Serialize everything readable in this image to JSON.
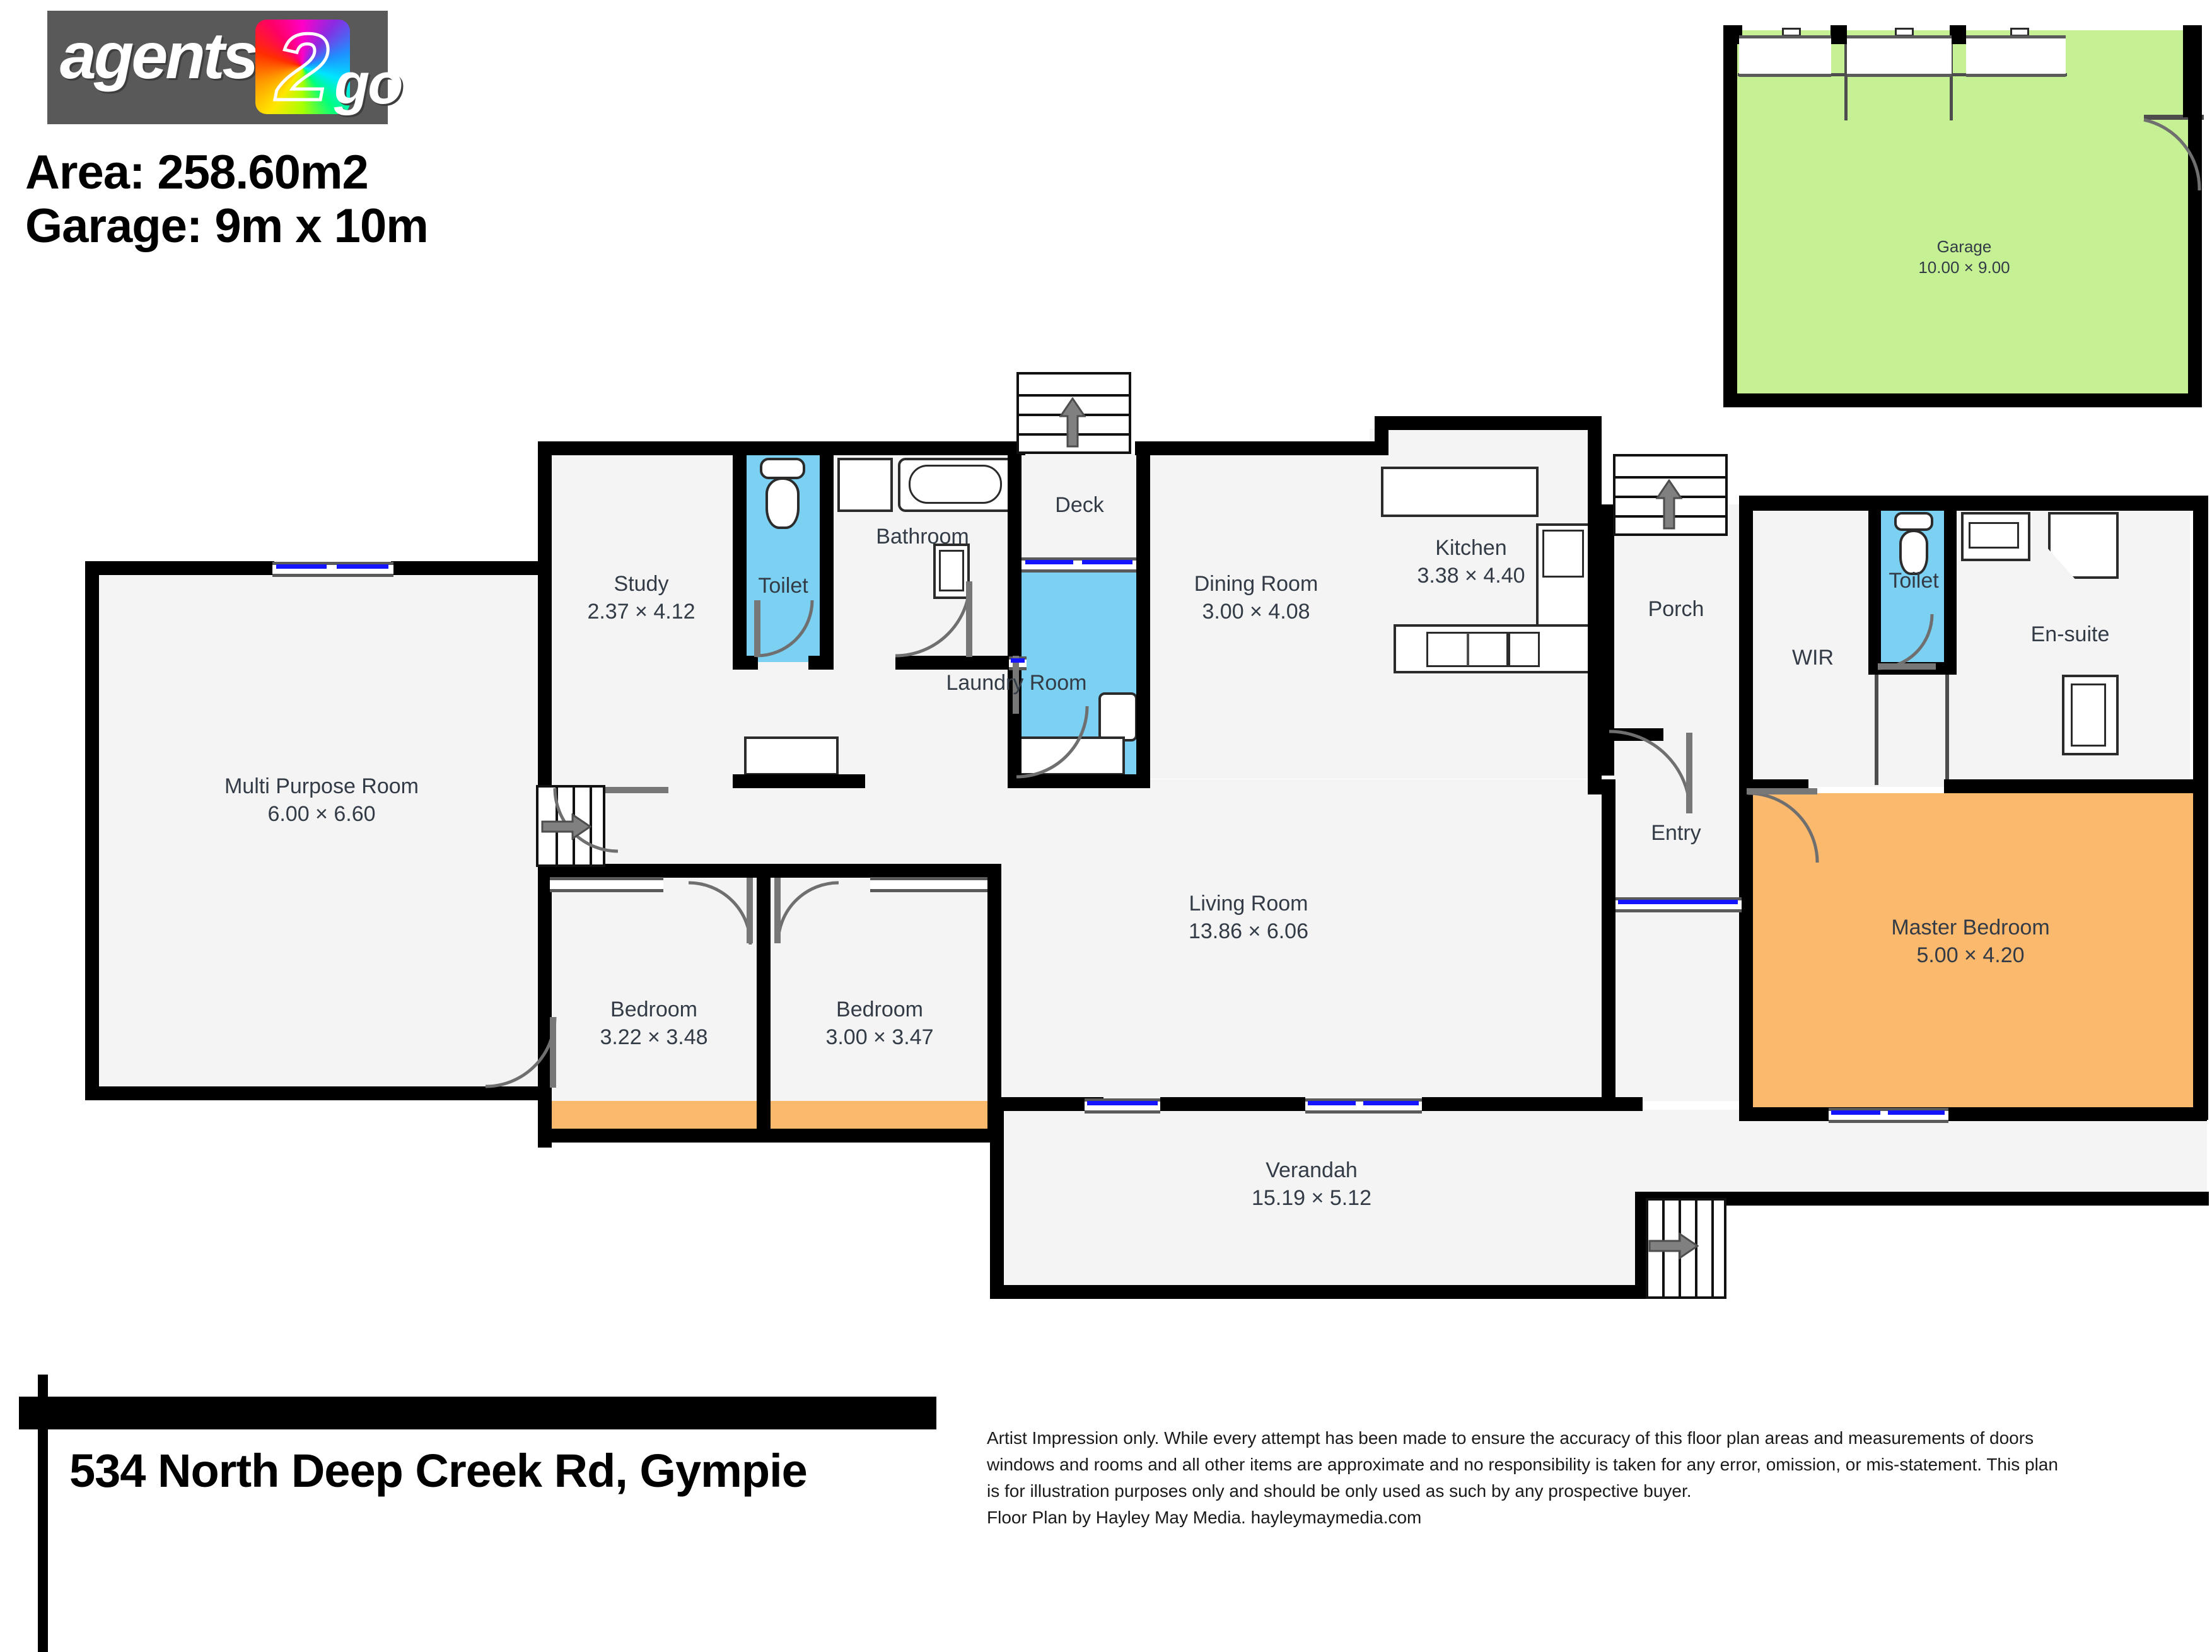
{
  "brand": {
    "logo_text_1": "agents",
    "logo_digit": "2",
    "logo_text_2": "go"
  },
  "header": {
    "area_line": "Area: 258.60m2",
    "garage_line": "Garage: 9m x 10m"
  },
  "footer": {
    "address": "534 North Deep Creek Rd, Gympie",
    "disclaimer_line_1": "Artist Impression only. While every attempt has been made to ensure the accuracy of this floor plan areas and measurements of doors",
    "disclaimer_line_2": "windows and rooms and all other items are approximate and no responsibility is taken for any error, omission, or mis-statement. This plan",
    "disclaimer_line_3": "is for illustration purposes only and should be only used as such by any prospective buyer.",
    "disclaimer_line_4": "Floor Plan by Hayley May Media. hayleymaymedia.com"
  },
  "colors": {
    "wall": "#000000",
    "room_fill": "#f4f4f4",
    "wet_area": "#7cd1f2",
    "bedroom": "#fbb96e",
    "garage": "#c5f093",
    "window_blue": "#1414ff",
    "label_text": "#333b46",
    "logo_bg": "#595959"
  },
  "garage_plan": {
    "name": "Garage",
    "dimensions": "10.00 × 9.00"
  },
  "rooms": [
    {
      "id": "multi-purpose-room",
      "name": "Multi Purpose Room",
      "dimensions": "6.00 × 6.60",
      "fill": "room_fill"
    },
    {
      "id": "study",
      "name": "Study",
      "dimensions": "2.37 × 4.12",
      "fill": "room_fill"
    },
    {
      "id": "toilet-left",
      "name": "Toilet",
      "dimensions": "",
      "fill": "wet_area"
    },
    {
      "id": "bathroom",
      "name": "Bathroom",
      "dimensions": "",
      "fill": "room_fill"
    },
    {
      "id": "laundry-room",
      "name": "Laundry Room",
      "dimensions": "",
      "fill": "wet_area"
    },
    {
      "id": "deck",
      "name": "Deck",
      "dimensions": "",
      "fill": "room_fill"
    },
    {
      "id": "dining-room",
      "name": "Dining Room",
      "dimensions": "3.00 × 4.08",
      "fill": "room_fill"
    },
    {
      "id": "kitchen",
      "name": "Kitchen",
      "dimensions": "3.38 × 4.40",
      "fill": "room_fill"
    },
    {
      "id": "porch",
      "name": "Porch",
      "dimensions": "",
      "fill": "room_fill"
    },
    {
      "id": "entry",
      "name": "Entry",
      "dimensions": "",
      "fill": "room_fill"
    },
    {
      "id": "wir",
      "name": "WIR",
      "dimensions": "",
      "fill": "room_fill"
    },
    {
      "id": "toilet-right",
      "name": "Toilet",
      "dimensions": "",
      "fill": "wet_area"
    },
    {
      "id": "en-suite",
      "name": "En-suite",
      "dimensions": "",
      "fill": "room_fill"
    },
    {
      "id": "bedroom-1",
      "name": "Bedroom",
      "dimensions": "3.22 × 3.48",
      "fill": "bedroom"
    },
    {
      "id": "bedroom-2",
      "name": "Bedroom",
      "dimensions": "3.00 × 3.47",
      "fill": "bedroom"
    },
    {
      "id": "living-room",
      "name": "Living Room",
      "dimensions": "13.86 × 6.06",
      "fill": "room_fill"
    },
    {
      "id": "master-bedroom",
      "name": "Master Bedroom",
      "dimensions": "5.00 × 4.20",
      "fill": "bedroom"
    },
    {
      "id": "verandah",
      "name": "Verandah",
      "dimensions": "15.19 × 5.12",
      "fill": "room_fill"
    }
  ]
}
